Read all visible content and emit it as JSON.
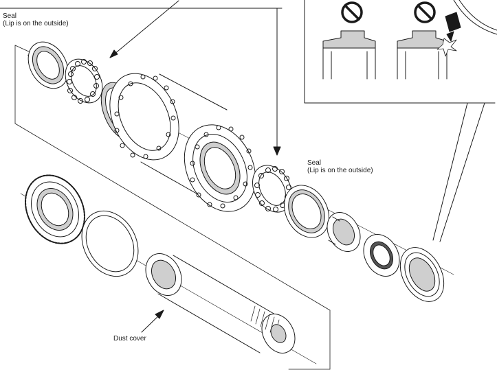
{
  "labels": {
    "seal_left_title": "Seal",
    "seal_left_note": "(Lip is on the outside)",
    "seal_right_title": "Seal",
    "seal_right_note": "(Lip is on the outside)",
    "dust_cover": "Dust cover"
  },
  "inset": {
    "symbol_left": "prohibition-icon",
    "symbol_right": "prohibition-icon",
    "tool": "hammer-icon"
  },
  "colors": {
    "line": "#1a1a1a",
    "fill": "#ffffff",
    "shade": "#cfcfcf",
    "dark": "#555555"
  }
}
